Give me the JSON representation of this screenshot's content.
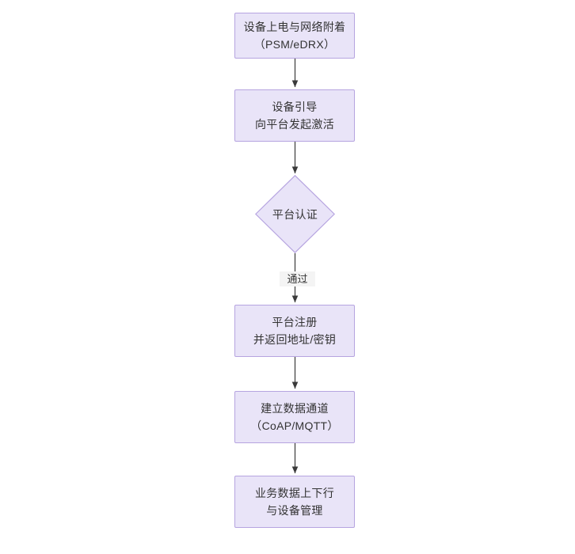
{
  "diagram": {
    "type": "flowchart",
    "orientation": "top-to-bottom",
    "background_color": "#ffffff",
    "node_fill": "#e9e4f8",
    "node_stroke": "#b6a4e0",
    "text_color": "#333333",
    "edge_color": "#3a3a3a",
    "nodes": [
      {
        "id": "n1",
        "shape": "rectangle",
        "line1": "设备上电与网络附着",
        "line2": "（PSM/eDRX）",
        "text": "设备上电与网络附着\n（PSM/eDRX）"
      },
      {
        "id": "n2",
        "shape": "rectangle",
        "line1": "设备引导",
        "line2": "向平台发起激活",
        "text": "设备引导\n向平台发起激活"
      },
      {
        "id": "n3",
        "shape": "diamond",
        "line1": "平台认证",
        "line2": "",
        "text": "平台认证"
      },
      {
        "id": "n4",
        "shape": "rectangle",
        "line1": "平台注册",
        "line2": "并返回地址/密钥",
        "text": "平台注册\n并返回地址/密钥"
      },
      {
        "id": "n5",
        "shape": "rectangle",
        "line1": "建立数据通道",
        "line2": "（CoAP/MQTT）",
        "text": "建立数据通道\n（CoAP/MQTT）"
      },
      {
        "id": "n6",
        "shape": "rectangle",
        "line1": "业务数据上下行",
        "line2": "与设备管理",
        "text": "业务数据上下行\n与设备管理"
      }
    ],
    "edges": [
      {
        "id": "e1",
        "from": "n1",
        "to": "n2",
        "label": ""
      },
      {
        "id": "e2",
        "from": "n2",
        "to": "n3",
        "label": ""
      },
      {
        "id": "e3",
        "from": "n3",
        "to": "n4",
        "label": "通过"
      },
      {
        "id": "e4",
        "from": "n4",
        "to": "n5",
        "label": ""
      },
      {
        "id": "e5",
        "from": "n5",
        "to": "n6",
        "label": ""
      }
    ]
  }
}
